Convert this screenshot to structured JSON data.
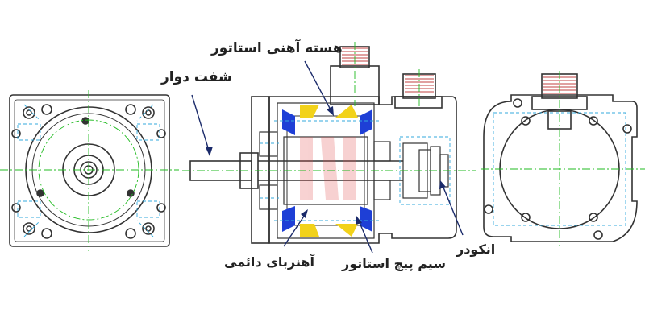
{
  "labels": {
    "stator_core": "هسته آهنی استاتور",
    "rotor_shaft": "شفت دوار",
    "permanent_magnet": "آهنربای دائمی",
    "stator_winding": "سیم پیچ استاتور",
    "encoder": "انکودر"
  },
  "colors": {
    "outline": "#333333",
    "centerline": "#22bb22",
    "hidden": "#33aadd",
    "winding": "#f2d21a",
    "winding_blue": "#1e3fd6",
    "terminal": "#c04040",
    "watermark": "#e24a4a"
  }
}
